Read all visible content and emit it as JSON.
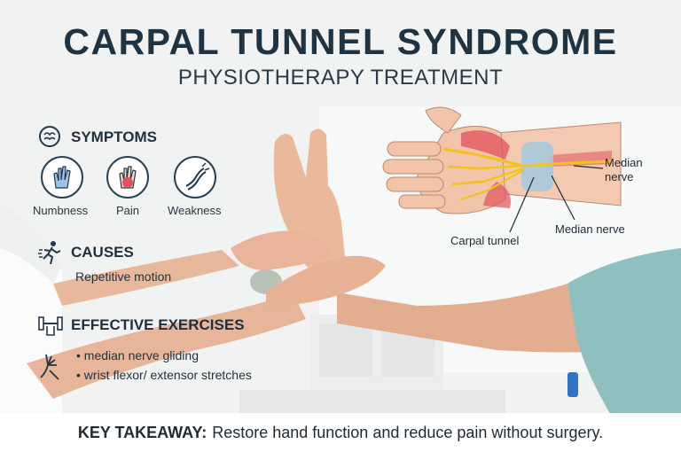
{
  "header": {
    "title": "CARPAL TUNNEL SYNDROME",
    "subtitle": "PHYSIOTHERAPY TREATMENT"
  },
  "symptoms": {
    "heading": "SYMPTOMS",
    "icon": "brain-icon",
    "items": [
      {
        "label": "Numbness",
        "icon": "numb-hand-icon"
      },
      {
        "label": "Pain",
        "icon": "pain-hand-icon"
      },
      {
        "label": "Weakness",
        "icon": "weak-wrist-icon"
      }
    ]
  },
  "causes": {
    "heading": "CAUSES",
    "icon": "running-person-icon",
    "text": "Repetitive motion"
  },
  "exercises": {
    "heading": "EFFECTIVE EXERCISES",
    "icon": "dumbbell-hand-icon",
    "items": [
      "• median nerve gliding",
      "• wrist flexor/ extensor stretches"
    ]
  },
  "diagram": {
    "label_median_right": "Median\nnerve",
    "label_carpal": "Carpal tunnel",
    "label_median_bottom": "Median nerve"
  },
  "footer": {
    "key": "KEY TAKEAWAY:",
    "text": "Restore hand function and reduce pain without surgery."
  },
  "colors": {
    "title": "#1f3442",
    "accent_nerve": "#f0c419",
    "accent_muscle": "#e0525a",
    "ligament": "#a9c9de"
  }
}
